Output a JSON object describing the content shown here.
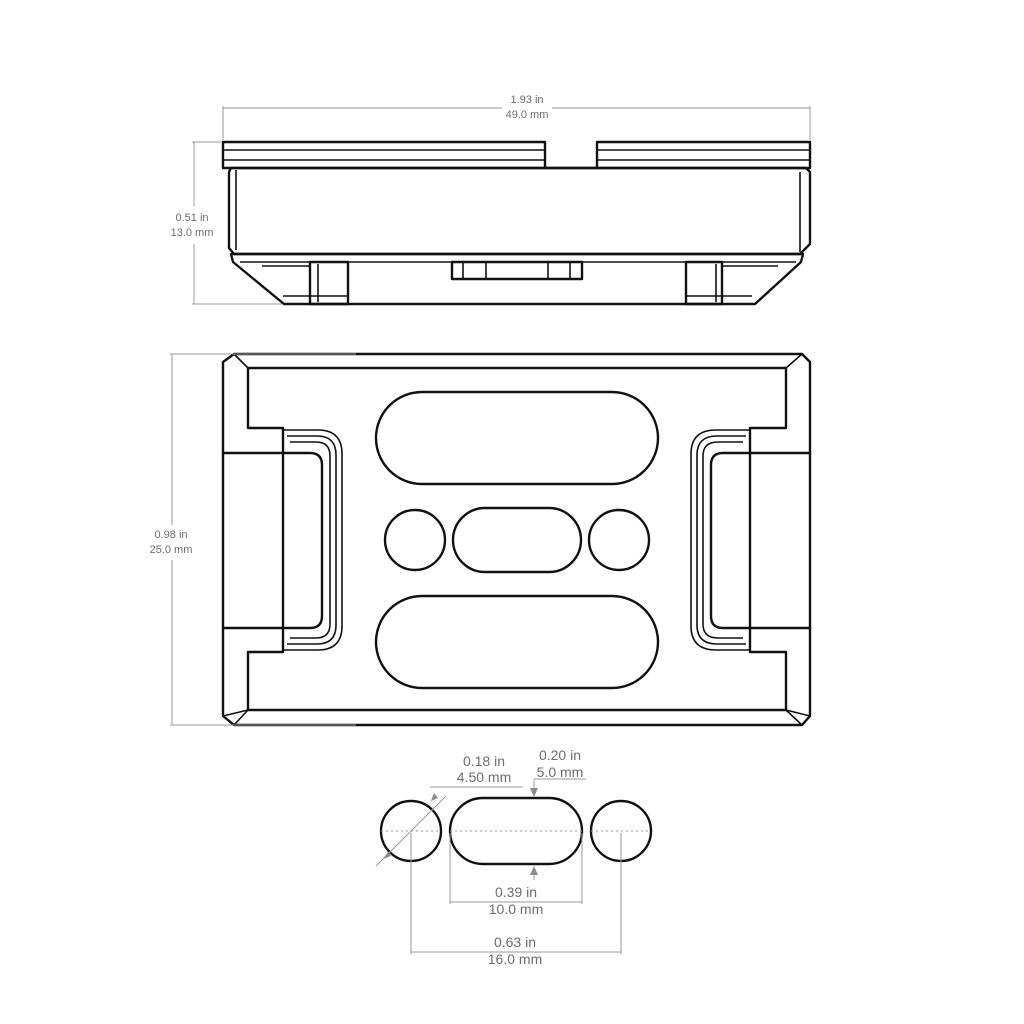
{
  "dimensions": {
    "overall_width": {
      "imperial": "1.93 in",
      "metric": "49.0 mm"
    },
    "height": {
      "imperial": "0.51 in",
      "metric": "13.0 mm"
    },
    "depth": {
      "imperial": "0.98 in",
      "metric": "25.0 mm"
    },
    "hole_diameter": {
      "imperial": "0.18 in",
      "metric": "4.50 mm"
    },
    "slot_width": {
      "imperial": "0.20 in",
      "metric": "5.0 mm"
    },
    "slot_length": {
      "imperial": "0.39 in",
      "metric": "10.0 mm"
    },
    "hole_spacing": {
      "imperial": "0.63 in",
      "metric": "16.0 mm"
    }
  }
}
